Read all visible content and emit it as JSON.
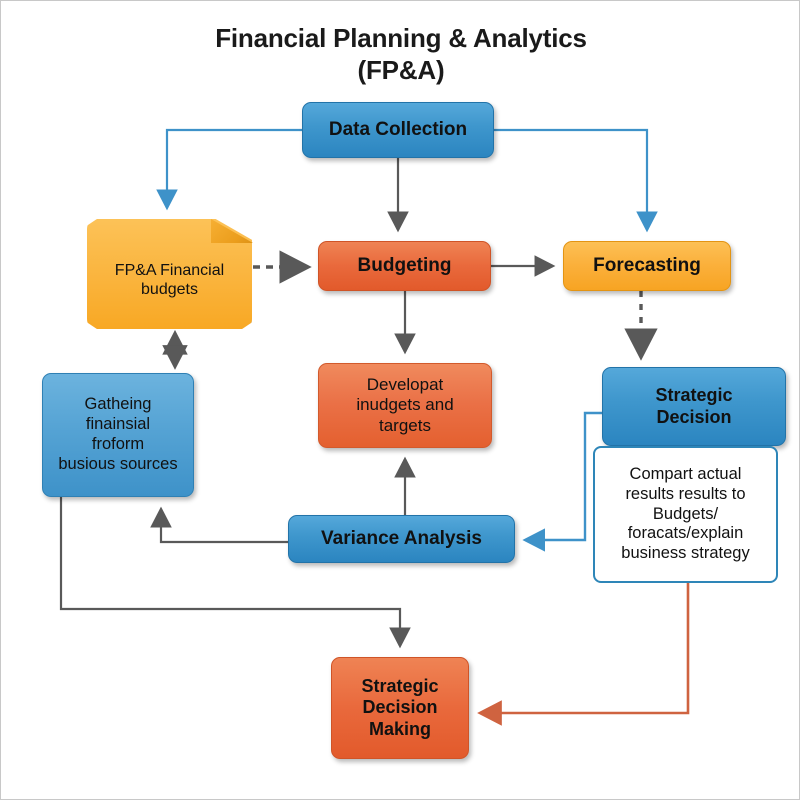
{
  "diagram": {
    "title_line1": "Financial Planning & Analytics",
    "title_line2": "(FP&A)",
    "colors": {
      "blue": "#3f97cd",
      "blue_dark": "#2b85c0",
      "orange_red": "#e9693c",
      "amber": "#fbb03b",
      "gray_connector": "#595959",
      "blue_connector": "#3e92c9",
      "orange_connector": "#cf6340",
      "callout_border": "#2e86b8"
    },
    "nodes": [
      {
        "id": "data-collection",
        "label": "Data Collection",
        "shape": "rounded-rect",
        "fill": "blue"
      },
      {
        "id": "fpa-doc",
        "label": "FP&A Financial budgets",
        "shape": "document",
        "fill": "amber"
      },
      {
        "id": "budgeting",
        "label": "Budgeting",
        "shape": "rounded-rect",
        "fill": "orange_red"
      },
      {
        "id": "forecasting",
        "label": "Forecasting",
        "shape": "rounded-rect",
        "fill": "amber"
      },
      {
        "id": "develop-budgets",
        "label": "Developat inudgets and targets",
        "shape": "rounded-rect",
        "fill": "orange_red"
      },
      {
        "id": "gathering-financial",
        "label": "Gatheing finainsial froform busious sources",
        "shape": "rounded-rect",
        "fill": "blue"
      },
      {
        "id": "strategic-decision",
        "label": "Strategic Decision",
        "shape": "rounded-rect",
        "fill": "blue"
      },
      {
        "id": "comparison-callout",
        "label": "Compart actual results results to Budgets/ foracats/explain business strategy",
        "shape": "rounded-rect",
        "fill": "white"
      },
      {
        "id": "variance-analysis",
        "label": "Variance Analysis",
        "shape": "rounded-rect",
        "fill": "blue"
      },
      {
        "id": "strategic-decision-making",
        "label": "Strategic Decision Making",
        "shape": "rounded-rect",
        "fill": "orange_red"
      }
    ],
    "edges": [
      {
        "from": "data-collection",
        "to": "fpa-doc",
        "style": "solid",
        "color": "#3e92c9",
        "arrows": "end"
      },
      {
        "from": "data-collection",
        "to": "budgeting",
        "style": "solid",
        "color": "#595959",
        "arrows": "end"
      },
      {
        "from": "data-collection",
        "to": "forecasting",
        "style": "solid",
        "color": "#3e92c9",
        "arrows": "end"
      },
      {
        "from": "fpa-doc",
        "to": "budgeting",
        "style": "dashed",
        "color": "#595959",
        "arrows": "end"
      },
      {
        "from": "budgeting",
        "to": "forecasting",
        "style": "solid",
        "color": "#595959",
        "arrows": "end"
      },
      {
        "from": "budgeting",
        "to": "develop-budgets",
        "style": "solid",
        "color": "#595959",
        "arrows": "end"
      },
      {
        "from": "forecasting",
        "to": "strategic-decision",
        "style": "dashed",
        "color": "#595959",
        "arrows": "end"
      },
      {
        "from": "fpa-doc",
        "to": "gathering-financial",
        "style": "solid",
        "color": "#595959",
        "arrows": "both"
      },
      {
        "from": "variance-analysis",
        "to": "develop-budgets",
        "style": "solid",
        "color": "#595959",
        "arrows": "end"
      },
      {
        "from": "variance-analysis",
        "to": "gathering-financial",
        "style": "solid",
        "color": "#595959",
        "arrows": "end"
      },
      {
        "from": "strategic-decision",
        "to": "variance-analysis",
        "style": "solid",
        "color": "#3e92c9",
        "arrows": "end"
      },
      {
        "from": "gathering-financial",
        "to": "strategic-decision-making",
        "style": "solid",
        "color": "#595959",
        "arrows": "end"
      },
      {
        "from": "comparison-callout",
        "to": "strategic-decision-making",
        "style": "solid",
        "color": "#cf6340",
        "arrows": "end"
      }
    ]
  },
  "labels": {
    "data_collection": "Data Collection",
    "fpa_doc_line1": "FP&A Financial",
    "fpa_doc_line2": "budgets",
    "budgeting": "Budgeting",
    "forecasting": "Forecasting",
    "develop_line1": "Developat",
    "develop_line2": "inudgets and",
    "develop_line3": "targets",
    "gathering_line1": "Gatheing",
    "gathering_line2": "finainsial",
    "gathering_line3": "froform",
    "gathering_line4": "busious sources",
    "strategic_decision_line1": "Strategic",
    "strategic_decision_line2": "Decision",
    "callout_line1": "Compart actual",
    "callout_line2": "results results to",
    "callout_line3": "Budgets/",
    "callout_line4": "foracats/explain",
    "callout_line5": "business strategy",
    "variance_analysis": "Variance Analysis",
    "sdm_line1": "Strategic",
    "sdm_line2": "Decision",
    "sdm_line3": "Making"
  }
}
